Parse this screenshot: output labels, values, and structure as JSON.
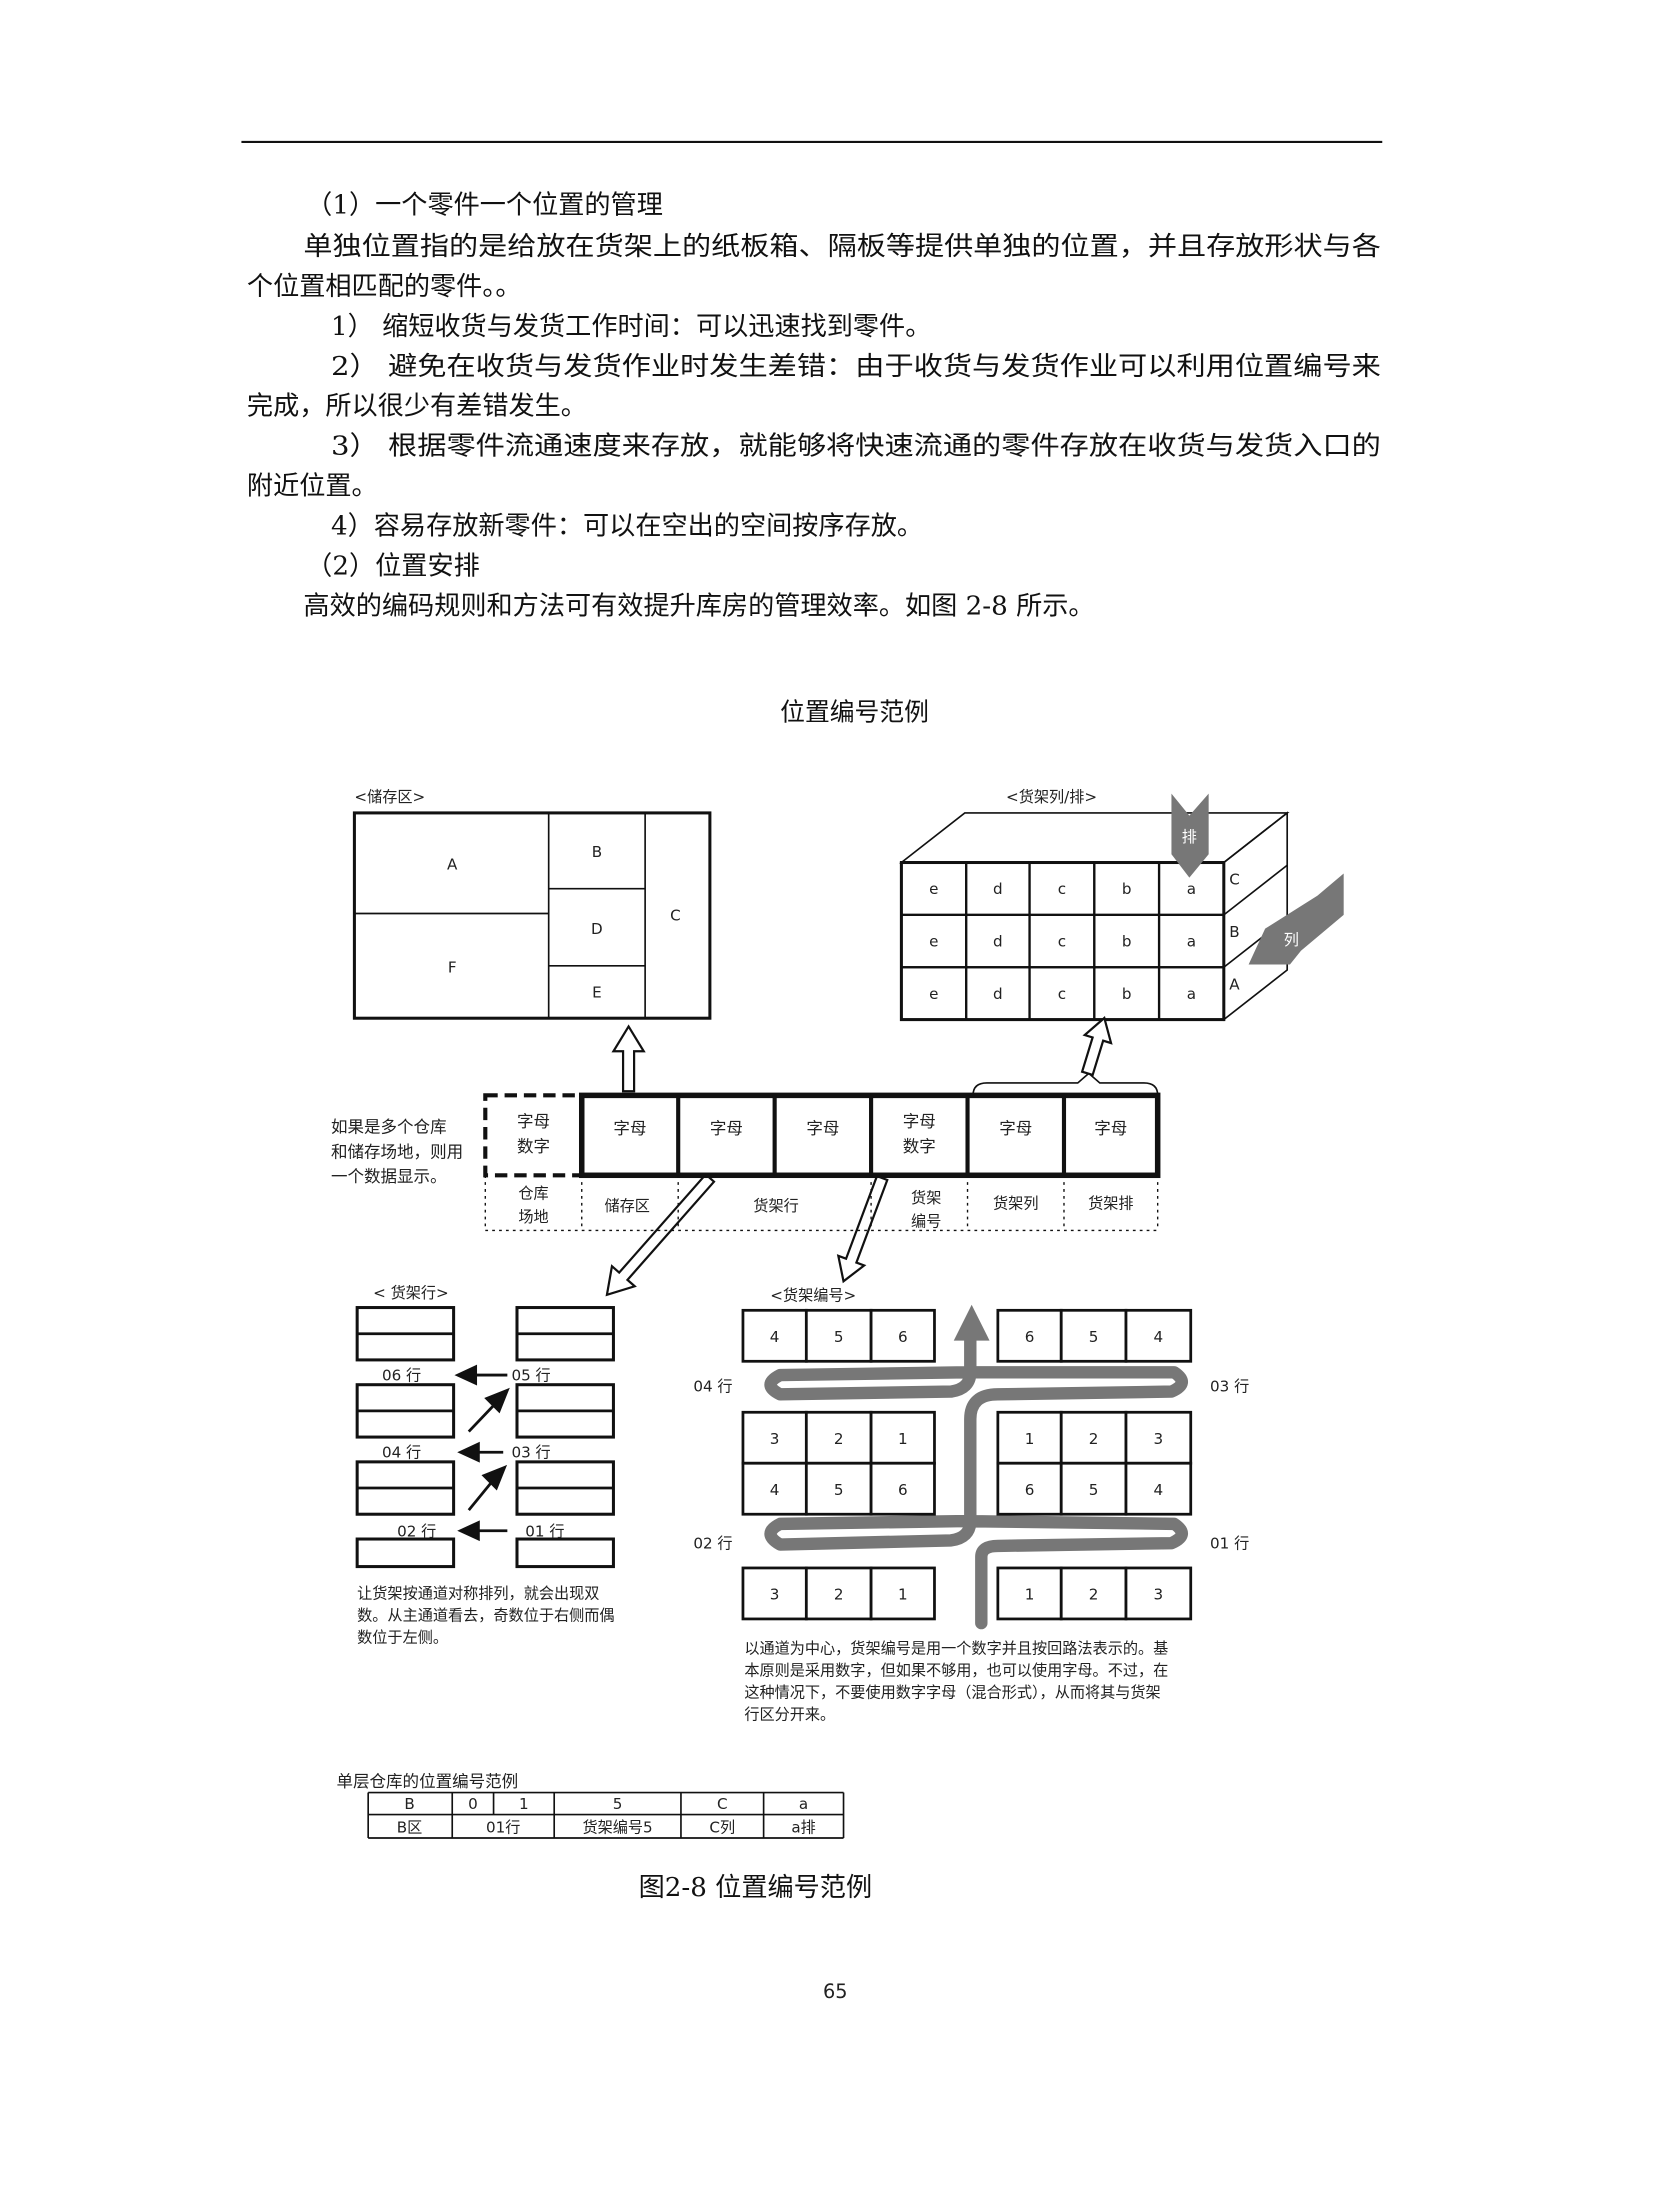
{
  "body": {
    "lines": [
      "（1）一个零件一个位置的管理",
      "单独位置指的是给放在货架上的纸板箱、隔板等提供单独的位置，并且存放形状与各",
      "个位置相匹配的零件。。",
      "1） 缩短收货与发货工作时间：可以迅速找到零件。",
      "2） 避免在收货与发货作业时发生差错：由于收货与发货作业可以利用位置编号来",
      "完成，所以很少有差错发生。",
      "3） 根据零件流通速度来存放，就能够将快速流通的零件存放在收货与发货入口的",
      "附近位置。",
      "4）容易存放新零件：可以在空出的空间按序存放。",
      "（2）位置安排",
      "高效的编码规则和方法可有效提升库房的管理效率。如图 2-8 所示。"
    ]
  },
  "figure": {
    "title": "位置编号范例",
    "storage": {
      "label": "<储存区>",
      "zones": {
        "A": "A",
        "F": "F",
        "B": "B",
        "D": "D",
        "E": "E",
        "C": "C"
      }
    },
    "rack3d": {
      "label": "<货架列/排>",
      "columns": [
        "e",
        "d",
        "c",
        "b",
        "a"
      ],
      "levels": [
        "C",
        "B",
        "A"
      ],
      "row_arrow": "排",
      "col_arrow": "列"
    },
    "code_row": {
      "note": [
        "如果是多个仓库",
        "和储存场地，则用",
        "一个数据显示。"
      ],
      "cells": [
        [
          "字母",
          "数字"
        ],
        [
          "字母"
        ],
        [
          "字母"
        ],
        [
          "字母"
        ],
        [
          "字母",
          "数字"
        ],
        [
          "字母"
        ],
        [
          "字母"
        ]
      ],
      "labels": [
        [
          "仓库",
          "场地"
        ],
        [
          "储存区"
        ],
        [
          "货架行"
        ],
        [
          "货架",
          "编号"
        ],
        [
          "货架列"
        ],
        [
          "货架排"
        ]
      ]
    },
    "rack_rows": {
      "label": "< 货架行>",
      "row_labels": [
        "06 行",
        "05 行",
        "04 行",
        "03 行",
        "02 行",
        "01 行"
      ],
      "note": [
        "让货架按通道对称排列，就会出现双",
        "数。从主通道看去，奇数位于右侧而偶",
        "数位于左侧。"
      ]
    },
    "rack_numbers": {
      "label": "<货架编号>",
      "left_blocks": [
        [
          "4",
          "5",
          "6"
        ],
        [
          "3",
          "2",
          "1"
        ],
        [
          "4",
          "5",
          "6"
        ],
        [
          "3",
          "2",
          "1"
        ]
      ],
      "right_blocks": [
        [
          "6",
          "5",
          "4"
        ],
        [
          "1",
          "2",
          "3"
        ],
        [
          "6",
          "5",
          "4"
        ],
        [
          "1",
          "2",
          "3"
        ]
      ],
      "row_labels": {
        "r04": "04 行",
        "r03": "03 行",
        "r02": "02 行",
        "r01": "01 行"
      },
      "note": [
        "以通道为中心，货架编号是用一个数字并且按回路法表示的。基",
        "本原则是采用数字，但如果不够用，也可以使用字母。不过，在",
        "这种情况下，不要使用数字字母（混合形式），从而将其与货架",
        "行区分开来。"
      ]
    },
    "example_table": {
      "title": "单层仓库的位置编号范例",
      "row1": [
        "B",
        "0",
        "1",
        "5",
        "C",
        "a"
      ],
      "row2": [
        "B区",
        "01行",
        "货架编号5",
        "C列",
        "a排"
      ]
    },
    "caption": "图2-8  位置编号范例"
  },
  "page_number": "65",
  "colors": {
    "arrow_gray": "#777777"
  }
}
